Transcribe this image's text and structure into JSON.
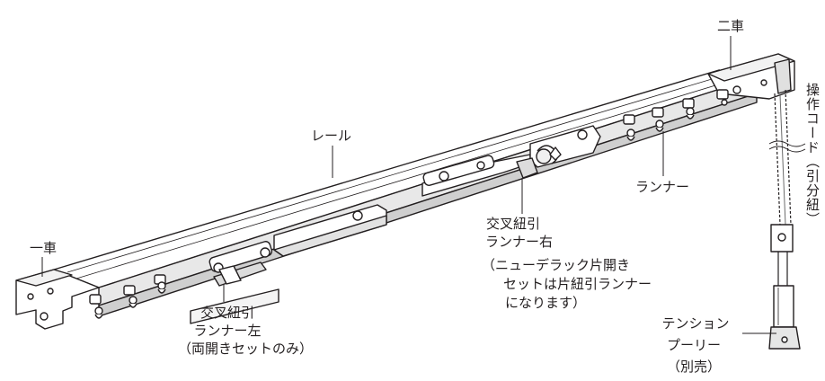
{
  "labels": {
    "ichisha": "一車",
    "nisha": "二車",
    "rail": "レール",
    "runner": "ランナー",
    "cross_left": [
      "交叉紐引",
      "ランナー左",
      "（両開きセットのみ）"
    ],
    "cross_right": [
      "交叉紐引",
      "ランナー右",
      "（ニューデラック片開き",
      "セットは片紐引ランナー",
      "になります）"
    ],
    "cord": "操作コード（引分紐）",
    "tension_pulley": [
      "テンション",
      "プーリー",
      "（別売）"
    ]
  }
}
